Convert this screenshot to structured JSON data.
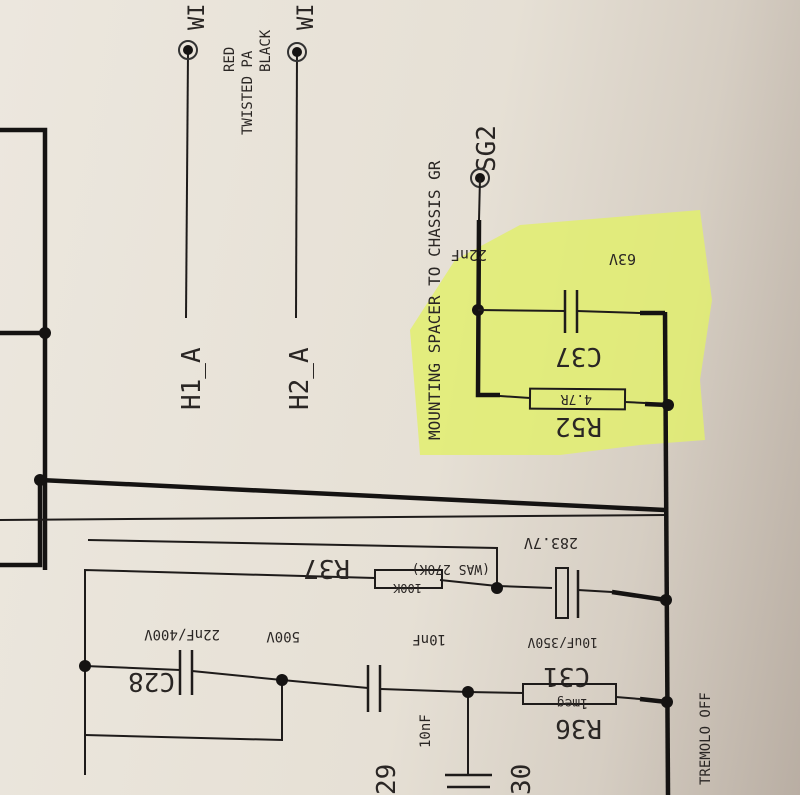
{
  "labels": {
    "h1": "H1_A",
    "h2": "H2_A",
    "red": "RED",
    "twisted": "TWISTED PA",
    "black": "BLACK",
    "w1": "WI",
    "w2": "WI",
    "mounting": "MOUNTING SPACER TO CHASSIS GR",
    "sg2": "SG2",
    "c37": "C37",
    "c37_value": "22nF",
    "c37_voltage": "63V",
    "r52": "R52",
    "r52_value": "4.7R",
    "r37": "R37",
    "r37_note": "(WAS 270K)",
    "r37_value": "100K",
    "voltage": "283.7V",
    "c31": "C31",
    "c31_value": "10uF/350V",
    "c28": "C28",
    "c28_value": "22nF/400V",
    "c29_voltage": "500V",
    "c29_value": "10nF",
    "c29": "29",
    "c30_value": "10nF",
    "c30": "30",
    "r36": "R36",
    "r36_value": "1meg",
    "tremolo": "TREMOLO OFF"
  },
  "colors": {
    "highlight": "#e2ee6e",
    "ink": "#1e1b1a"
  }
}
